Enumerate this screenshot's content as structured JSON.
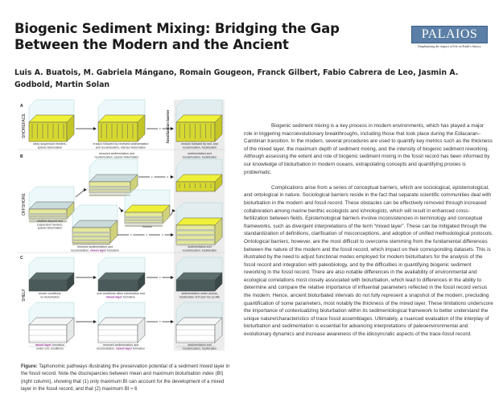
{
  "header": {
    "title": "Biogenic Sediment Mixing: Bridging the Gap Between the Modern and the Ancient",
    "logo": {
      "name": "PALAIOS",
      "tagline": "Emphasizing the impact of life on Earth's history"
    },
    "authors": "Luis A. Buatois, M. Gabriela Mángano, Romain Gougeon, Franck Gilbert, Fabio Cabrera de Leo, Jasmin A. Godbold, Martin Solan"
  },
  "colors": {
    "yellow": "#eef03a",
    "dark": "#4a5a5a",
    "water": "#d8f0f4",
    "purple": "#8a2a8a",
    "logo": "#5b7fa6"
  },
  "figure": {
    "panels": [
      "A",
      "B",
      "C"
    ],
    "row_labels": [
      "SHOREFACE",
      "OFFSHORE",
      "SHELF"
    ],
    "barrier_label": "fossilization barrier",
    "labels": {
      "a1": [
        "deep suspension feeders,",
        "sparse bioturbation"
      ],
      "a2": [
        "erosion followed by renewed sedimentation",
        "and recolonization, intense bioturbation"
      ],
      "a3": [
        "erosion followed by sed. and",
        "recolonization, fossilization"
      ],
      "b_top": [
        "renewed sedimentation and",
        "recolonization, sparse bioturbation"
      ],
      "b_top_right": [
        "sedimentation and",
        "recolonization, fossilization"
      ],
      "b1": [
        "shallow deposit and",
        "suspension feeders,",
        "sparse bioturbation"
      ],
      "b2": [
        "renewed sedimentation and",
        "recolonization, |mixed layer| formation"
      ],
      "b_erosion": [
        "erosion"
      ],
      "b3": [
        "sedimentation and",
        "recolonization, fossilization"
      ],
      "c1": [
        "anoxic conditions,",
        "no bioturbation"
      ],
      "c2": [
        "oxic conditions allow colonization and",
        "|mixed layer| formation"
      ],
      "c3": [
        "sedimentation under anoxia,",
        "fossilization of frozen tier profile"
      ],
      "c4": [
        "|mixed layer| formation",
        "under oxic conditions"
      ],
      "c5": [
        "renewed sedimentation and",
        "recolonization, |mixed layer| formation"
      ],
      "c6": [
        "sedimentation and",
        "recolonization, fossilization"
      ]
    }
  },
  "caption": {
    "label": "Figure:",
    "text": "Taphonomic pathways illustrating the preservation potential of a sediment mixed layer in the fossil record. Note the discrepancies between mean and maximum bioturbation index (BI) (right column), showing that (1) only maximum BI can account for the development of a mixed layer in the fossil record, and that (2) maximum BI ≈ 6"
  },
  "abstract": {
    "paragraphs": [
      "Biogenic sediment mixing is a key process in modern environments, which has played a major role in triggering macroevolutionary breakthroughs, including those that took place during the Ediacaran–Cambrian transition. In the modern, several procedures are used to quantify key metrics such as the thickness of the mixed layer, the maximum depth of sediment mixing, and the intensity of biogenic sediment reworking. Although assessing the extent and role of biogenic sediment mixing in the fossil record has been informed by our knowledge of bioturbation in modern oceans, extrapolating concepts and quantifying proxies is problematic.",
      "Complications arise from a series of conceptual barriers, which are sociological, epistemological, and ontological in nature. Sociological barriers reside in the fact that separate scientific communities deal with bioturbation in the modern and fossil record. These obstacles can be effectively removed through increased collaboration among marine benthic ecologists and ichnologists, which will result in enhanced cross-fertilization between fields. Epistemological barriers involve inconsistencies in terminology and conceptual frameworks, such as divergent interpretations of the term “mixed layer”. These can be mitigated through the standardization of definitions, clarification of misconceptions, and adoption of unified methodological protocols. Ontological barriers, however, are the most difficult to overcome stemming from the fundamental differences between the nature of the modern and the fossil record, which impact on their corresponding datasets. This is illustrated by the need to adjust functional modes employed for modern bioturbators for the analysis of the fossil record and integration with paleobiology, and by the difficulties in quantifying biogenic sediment reworking in the fossil record. There are also notable differences in the availability of environmental and ecological correlations most closely associated with bioturbation, which lead to differences in the ability to determine and compare the relative importance of influential parameters reflected in the fossil record versus the modern. Hence, ancient bioturbated intervals do not fully represent a snapshot of the modern, precluding quantification of some parameters, most notably the thickness of the mixed layer. These limitations underscore the importance of contextualizing bioturbation within its sedimentological framework to better understand the unique nature/characteristics of trace fossil assemblages. Ultimately, a nuanced evaluation of the interplay of bioturbation and sedimentation is essential for advancing interpretations of paleoenvironmental and evolutionary dynamics and increase awareness of the idiosyncratic aspects of the trace-fossil record."
    ]
  }
}
